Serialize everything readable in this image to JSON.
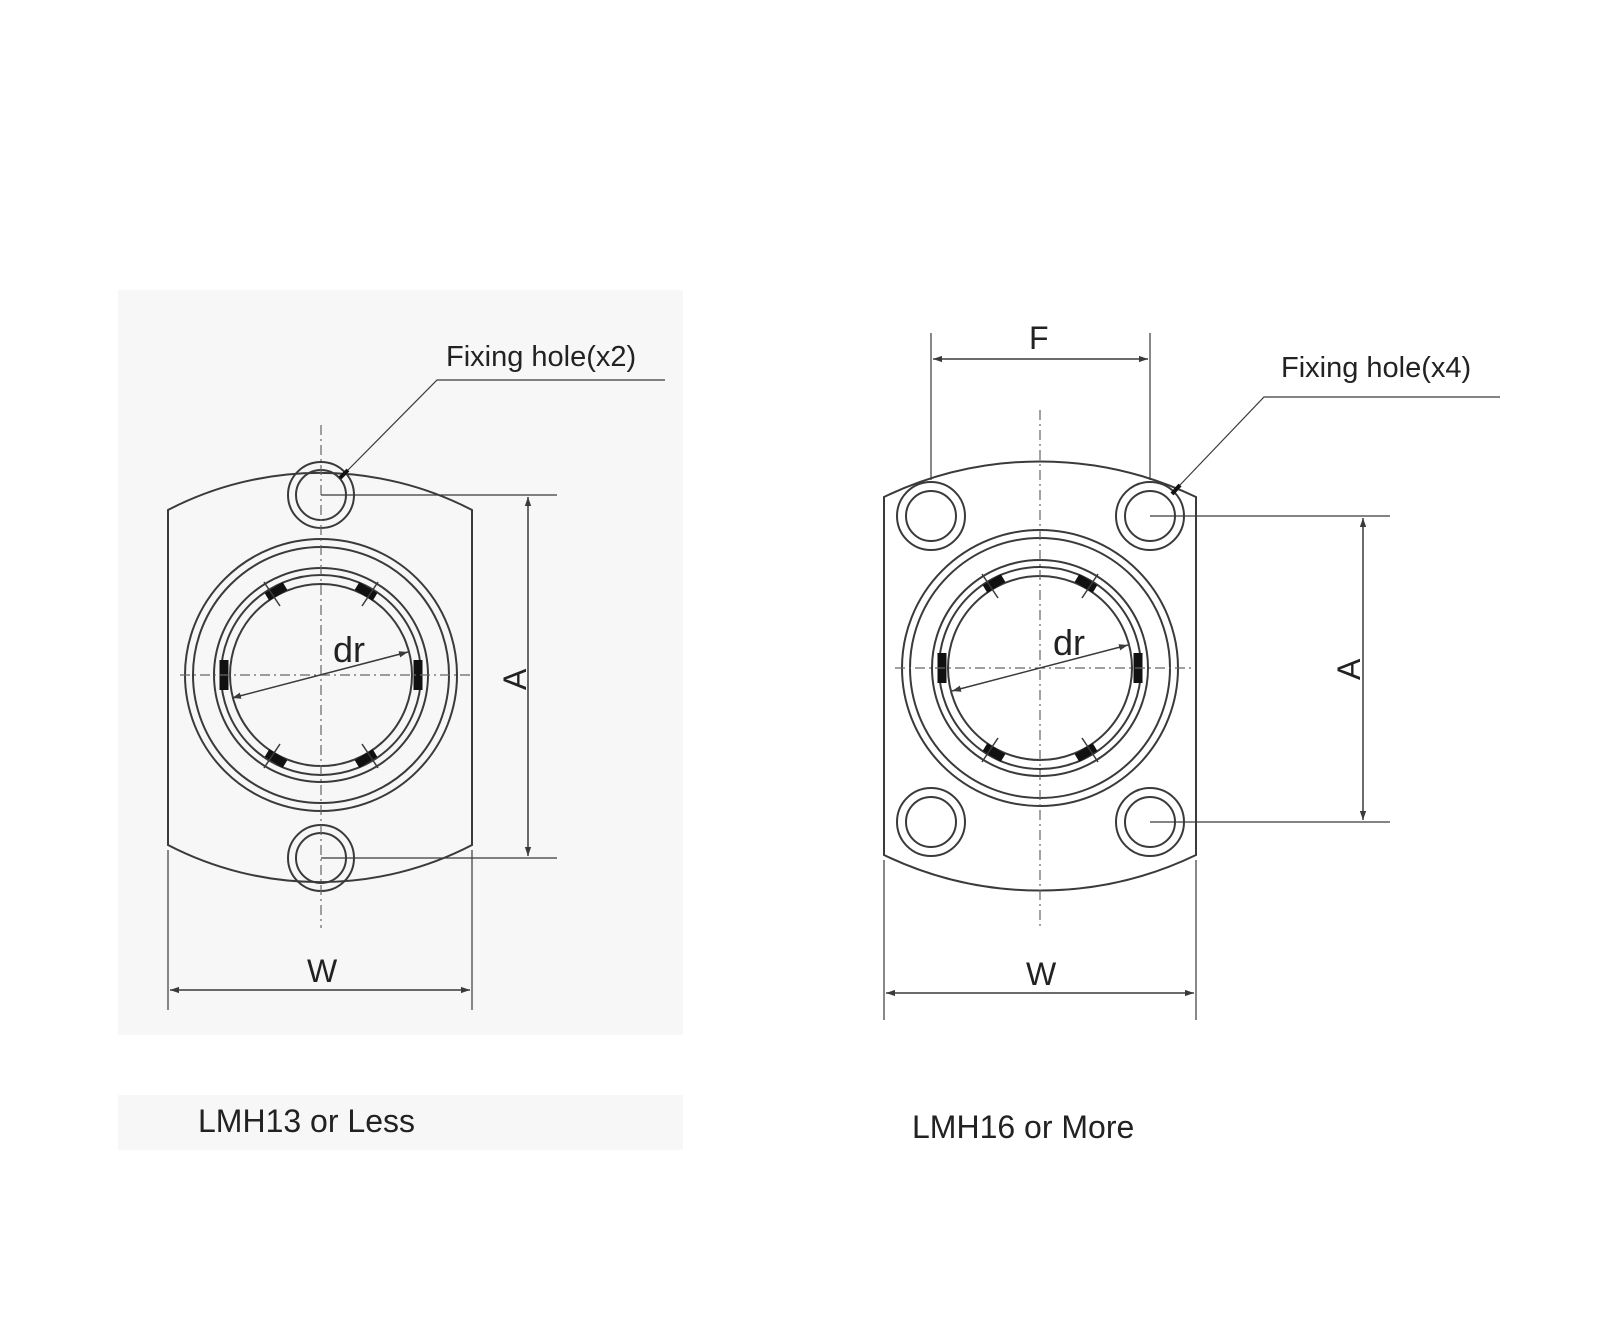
{
  "left_view": {
    "caption": "LMH13 or Less",
    "callout": "Fixing hole(x2)",
    "dim_width": "W",
    "dim_hole_spacing": "A",
    "dim_bore": "dr"
  },
  "right_view": {
    "caption": "LMH16 or More",
    "callout": "Fixing hole(x4)",
    "dim_width": "W",
    "dim_hole_spacing": "A",
    "dim_bore": "dr",
    "dim_hole_pitch": "F"
  },
  "colors": {
    "line": "#3a3a3a",
    "center_line": "#666666",
    "panel_background": "#f6f6f6",
    "page_background": "#ffffff"
  }
}
